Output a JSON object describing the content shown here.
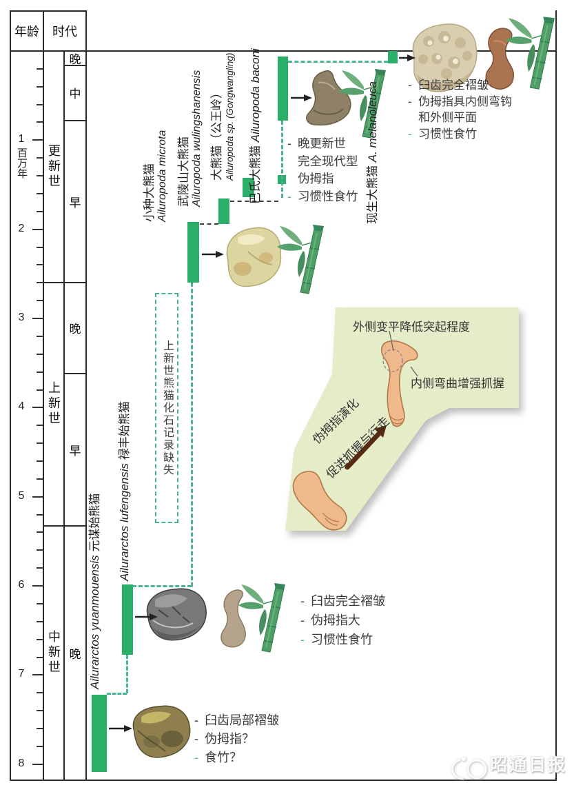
{
  "header": {
    "age": "年龄",
    "era": "时代"
  },
  "axis": {
    "unit": "百万年",
    "ticks": [
      "1",
      "2",
      "3",
      "4",
      "5",
      "6",
      "7",
      "8"
    ]
  },
  "eras": {
    "pleistocene": {
      "name": "更新世",
      "late": "晚",
      "middle": "中",
      "early": "早"
    },
    "pliocene": {
      "name": "上新世",
      "late": "晚",
      "early": "早"
    },
    "miocene": {
      "name": "中新世",
      "late": "晚"
    }
  },
  "species": {
    "yuanmouensis": {
      "latin": "Ailurarctos yuanmouensis",
      "chinese": "元谋始熊猫"
    },
    "lufengensis": {
      "latin": "Ailurarctos lufengensis",
      "chinese": "禄丰始熊猫"
    },
    "microta": {
      "chinese": "小种大熊猫",
      "latin": "Ailuropoda microta"
    },
    "wulingshanensis": {
      "chinese": "武陵山大熊猫",
      "latin": "Ailuropoda wulingshanensis"
    },
    "gongwangling": {
      "chinese": "大熊猫（公王岭）",
      "latin": "Ailuropoda sp. (Gongwangling)"
    },
    "baconi": {
      "chinese": "巴氏大熊猫",
      "latin": "Ailuropoda baconi"
    },
    "melanoleuca": {
      "chinese": "现生大熊猫",
      "latin": "A. melanoleuca"
    }
  },
  "gap_note": "上新世熊猫化石记录缺失",
  "notes": {
    "yuanmouensis": [
      {
        "dash": "dark",
        "text": "臼齿局部褶皱"
      },
      {
        "dash": "dark",
        "text": "伪拇指？"
      },
      {
        "dash": "teal",
        "text": "食竹？"
      }
    ],
    "lufengensis": [
      {
        "dash": "dark",
        "text": "臼齿完全褶皱"
      },
      {
        "dash": "dark",
        "text": "伪拇指大"
      },
      {
        "dash": "teal",
        "text": "习惯性食竹"
      }
    ],
    "baconi": [
      {
        "dash": "dark",
        "text": "晚更新世"
      },
      {
        "dash": "none",
        "text": "完全现代型"
      },
      {
        "dash": "none",
        "text": "伪拇指"
      },
      {
        "dash": "teal",
        "text": "习惯性食竹"
      }
    ],
    "melanoleuca": [
      {
        "dash": "dark",
        "text": "臼齿完全褶皱"
      },
      {
        "dash": "dark",
        "text": "伪拇指具内侧弯钩"
      },
      {
        "dash": "none",
        "text": "和外侧平面"
      },
      {
        "dash": "teal",
        "text": "习惯性食竹"
      }
    ]
  },
  "panel": {
    "note_top": "外侧变平降低突起程度",
    "note_right": "内侧弯曲增强抓握",
    "diag_line1": "伪拇指演化",
    "diag_line2": "促进抓握与行走"
  },
  "icons": {
    "molar_fossil": "molar-fossil-illustration",
    "sesamoid_bone": "radial-sesamoid-bone-illustration",
    "bamboo": "bamboo-icon"
  },
  "watermark": "昭通日报",
  "colors": {
    "bar": "#2bae67",
    "teal": "#49b598",
    "panel_bg": "#e4edc8",
    "line": "#2b2b2b",
    "text": "#3c3c3c"
  }
}
